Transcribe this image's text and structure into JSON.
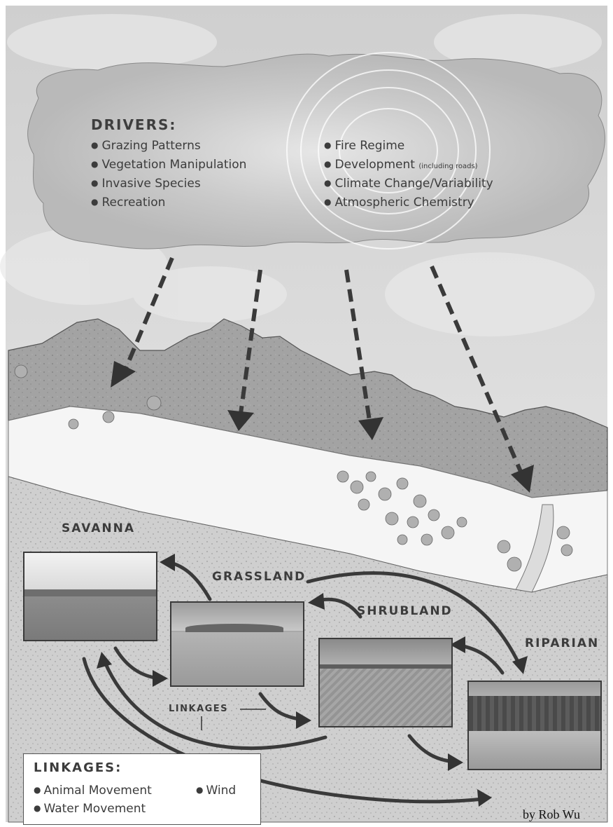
{
  "drivers": {
    "title": "DRIVERS:",
    "left_items": [
      "Grazing Patterns",
      "Vegetation Manipulation",
      "Invasive Species",
      "Recreation"
    ],
    "right_items": [
      "Fire Regime",
      "Development",
      "Climate Change/Variability",
      "Atmospheric Chemistry"
    ],
    "development_note": "(including roads)"
  },
  "biomes": {
    "savanna": "SAVANNA",
    "grassland": "GRASSLAND",
    "shrubland": "SHRUBLAND",
    "riparian": "RIPARIAN"
  },
  "linkages_callout": "LINKAGES",
  "legend": {
    "title": "LINKAGES:",
    "items": [
      "Animal Movement",
      "Wind",
      "Water Movement"
    ]
  },
  "credit": "by Rob Wu",
  "colors": {
    "sky": "#cfcfcf",
    "cloud": "#b9b9b9",
    "mountain": "#9c9c9c",
    "plain": "#f4f4f4",
    "ground": "#c4c4c4",
    "arrow": "#3a3a3a",
    "text": "#3c3c3c"
  }
}
